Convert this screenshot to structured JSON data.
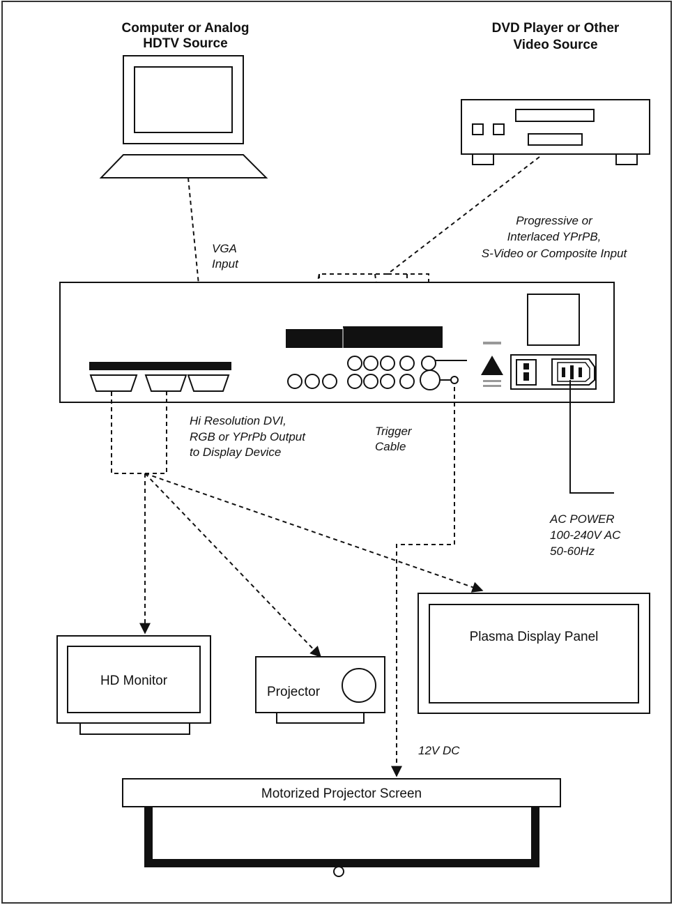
{
  "sources": {
    "computer_title": [
      "Computer or Analog",
      "HDTV Source"
    ],
    "dvd_title": [
      "DVD Player or Other",
      "Video Source"
    ]
  },
  "notes": {
    "vga_input": [
      "VGA",
      "Input"
    ],
    "video_input": [
      "Progressive or",
      "Interlaced YPrPB,",
      "S-Video or Composite Input"
    ],
    "output": [
      "Hi Resolution DVI,",
      "RGB or YPrPb Output",
      "to Display Device"
    ],
    "trigger": [
      "Trigger",
      "Cable"
    ],
    "ac_power": [
      "AC POWER",
      "100-240V AC",
      "50-60Hz"
    ],
    "dc": "12V DC"
  },
  "devices": {
    "hd_monitor": "HD Monitor",
    "projector": "Projector",
    "plasma": "Plasma Display Panel",
    "screen": "Motorized Projector Screen"
  },
  "colors": {
    "ink": "#111111",
    "background": "#ffffff"
  }
}
